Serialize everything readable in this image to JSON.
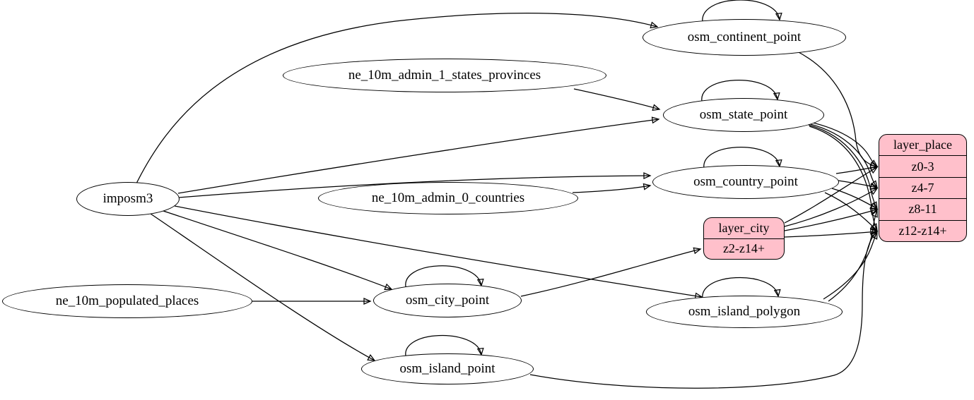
{
  "colors": {
    "record_fill": "#ffc0cb",
    "table_fill": "#ffffff",
    "stroke": "#000000",
    "background": "#ffffff"
  },
  "nodes": {
    "imposm3": {
      "label": "imposm3",
      "type": "source"
    },
    "ne_10m_admin_1_states_provinces": {
      "label": "ne_10m_admin_1_states_provinces",
      "type": "source"
    },
    "ne_10m_admin_0_countries": {
      "label": "ne_10m_admin_0_countries",
      "type": "source"
    },
    "ne_10m_populated_places": {
      "label": "ne_10m_populated_places",
      "type": "source"
    },
    "osm_continent_point": {
      "label": "osm_continent_point",
      "type": "table"
    },
    "osm_state_point": {
      "label": "osm_state_point",
      "type": "table"
    },
    "osm_country_point": {
      "label": "osm_country_point",
      "type": "table"
    },
    "osm_city_point": {
      "label": "osm_city_point",
      "type": "table"
    },
    "osm_island_polygon": {
      "label": "osm_island_polygon",
      "type": "table"
    },
    "osm_island_point": {
      "label": "osm_island_point",
      "type": "table"
    },
    "layer_city": {
      "title": "layer_city",
      "rows": [
        "z2-z14+"
      ]
    },
    "layer_place": {
      "title": "layer_place",
      "rows": [
        "z0-3",
        "z4-7",
        "z8-11",
        "z12-z14+"
      ]
    }
  },
  "edges": [
    {
      "from": "imposm3",
      "to": "osm_continent_point"
    },
    {
      "from": "imposm3",
      "to": "osm_state_point"
    },
    {
      "from": "imposm3",
      "to": "osm_country_point"
    },
    {
      "from": "imposm3",
      "to": "osm_city_point"
    },
    {
      "from": "imposm3",
      "to": "osm_island_polygon"
    },
    {
      "from": "imposm3",
      "to": "osm_island_point"
    },
    {
      "from": "ne_10m_admin_1_states_provinces",
      "to": "osm_state_point"
    },
    {
      "from": "ne_10m_admin_0_countries",
      "to": "osm_country_point"
    },
    {
      "from": "ne_10m_populated_places",
      "to": "osm_city_point"
    },
    {
      "from": "osm_continent_point",
      "to": "osm_continent_point",
      "type": "self-loop"
    },
    {
      "from": "osm_state_point",
      "to": "osm_state_point",
      "type": "self-loop"
    },
    {
      "from": "osm_country_point",
      "to": "osm_country_point",
      "type": "self-loop"
    },
    {
      "from": "osm_city_point",
      "to": "osm_city_point",
      "type": "self-loop"
    },
    {
      "from": "osm_island_polygon",
      "to": "osm_island_polygon",
      "type": "self-loop"
    },
    {
      "from": "osm_island_point",
      "to": "osm_island_point",
      "type": "self-loop"
    },
    {
      "from": "osm_continent_point",
      "to": "layer_place:z0-3"
    },
    {
      "from": "osm_state_point",
      "to": "layer_place:z0-3"
    },
    {
      "from": "osm_state_point",
      "to": "layer_place:z4-7"
    },
    {
      "from": "osm_state_point",
      "to": "layer_place:z8-11"
    },
    {
      "from": "osm_state_point",
      "to": "layer_place:z12-z14+"
    },
    {
      "from": "osm_country_point",
      "to": "layer_place:z0-3"
    },
    {
      "from": "osm_country_point",
      "to": "layer_place:z4-7"
    },
    {
      "from": "osm_country_point",
      "to": "layer_place:z8-11"
    },
    {
      "from": "osm_country_point",
      "to": "layer_place:z12-z14+"
    },
    {
      "from": "osm_city_point",
      "to": "layer_city:z2-z14+"
    },
    {
      "from": "layer_city",
      "to": "layer_place:z0-3"
    },
    {
      "from": "layer_city",
      "to": "layer_place:z4-7"
    },
    {
      "from": "layer_city",
      "to": "layer_place:z8-11"
    },
    {
      "from": "layer_city",
      "to": "layer_place:z12-z14+"
    },
    {
      "from": "osm_island_polygon",
      "to": "layer_place:z8-11"
    },
    {
      "from": "osm_island_polygon",
      "to": "layer_place:z12-z14+"
    },
    {
      "from": "osm_island_point",
      "to": "layer_place:z12-z14+"
    }
  ]
}
